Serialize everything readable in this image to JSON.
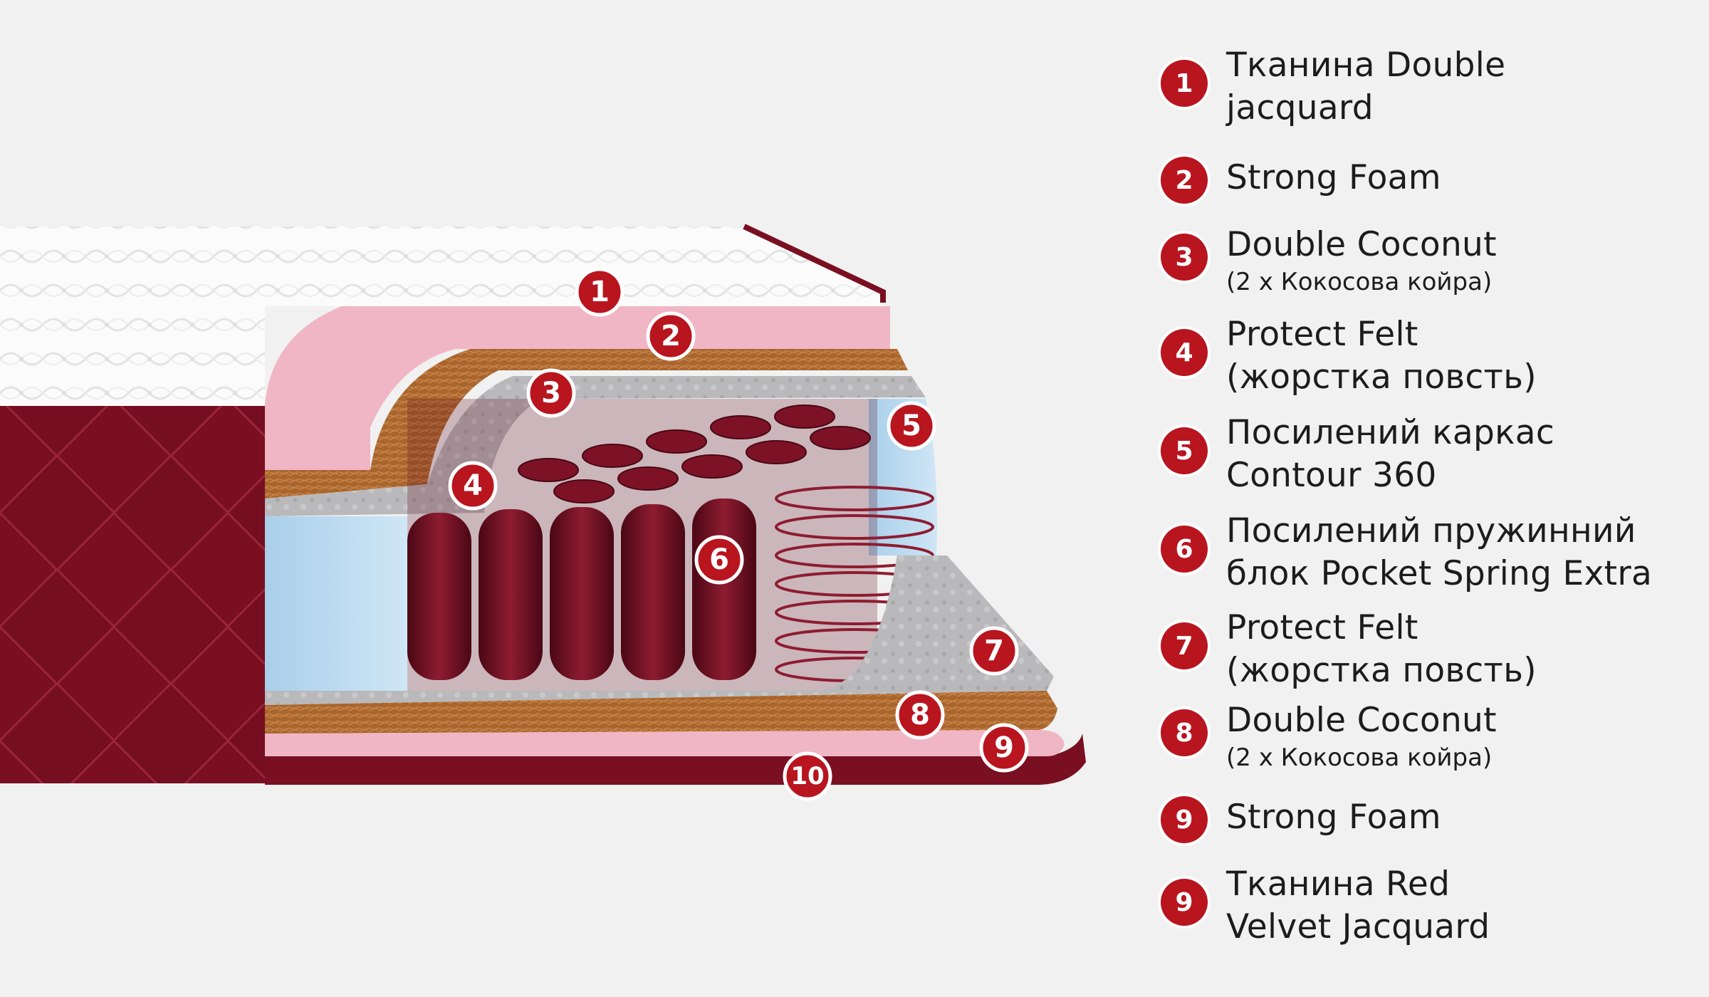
{
  "markers": [
    {
      "number": "1"
    },
    {
      "number": "2"
    },
    {
      "number": "3"
    },
    {
      "number": "4"
    },
    {
      "number": "5"
    },
    {
      "number": "6"
    },
    {
      "number": "7"
    },
    {
      "number": "8"
    },
    {
      "number": "9"
    },
    {
      "number": "10"
    }
  ],
  "legend": [
    {
      "number": "1",
      "title": [
        "Тканина Double",
        "jacquard"
      ]
    },
    {
      "number": "2",
      "title": [
        "Strong Foam"
      ]
    },
    {
      "number": "3",
      "title": [
        "Double Coconut"
      ],
      "note": "(2 х Кокосова койра)"
    },
    {
      "number": "4",
      "title": [
        "Protect Felt",
        "(жорстка повсть)"
      ]
    },
    {
      "number": "5",
      "title": [
        "Посилений каркас",
        "Contour 360"
      ]
    },
    {
      "number": "6",
      "title": [
        "Посилений пружинний",
        "блок Pocket Spring Extra"
      ]
    },
    {
      "number": "7",
      "title": [
        "Protect Felt",
        "(жорстка повсть)"
      ]
    },
    {
      "number": "8",
      "title": [
        "Double Coconut"
      ],
      "note": "(2 х Кокосова койра)"
    },
    {
      "number": "9",
      "title": [
        "Strong Foam"
      ]
    },
    {
      "number": "9",
      "title": [
        "Тканина Red",
        "Velvet Jacquard"
      ]
    }
  ],
  "colors": {
    "accent": "#b8151f",
    "velvet": "#7a0f22",
    "foam_pink": "#f0b6c6",
    "coconut": "#a8652c",
    "felt": "#b9b9bb",
    "frame_blue": "#bfdcf0",
    "quilt_white": "#fbfbfb",
    "background": "#f1f1f1"
  }
}
